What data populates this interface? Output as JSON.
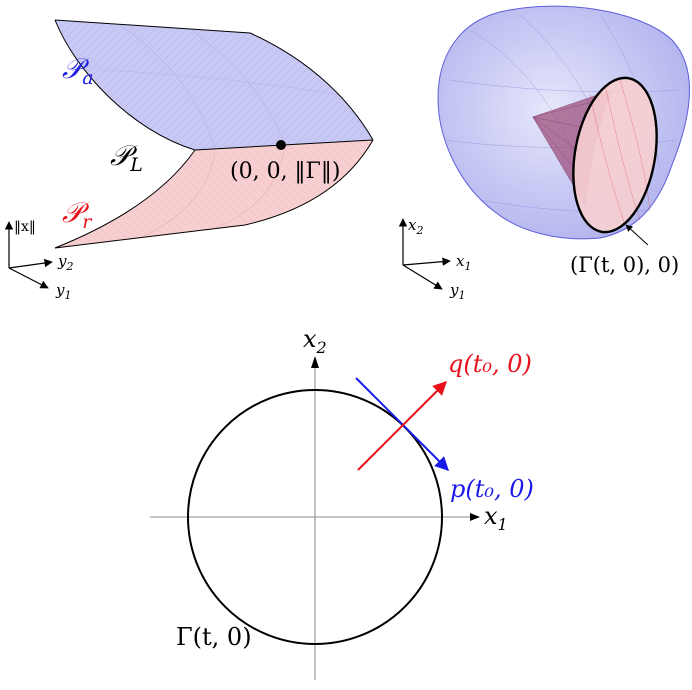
{
  "panel_a": {
    "labels": {
      "P_a": {
        "base": "𝒫",
        "sub": "a"
      },
      "P_L": {
        "base": "𝒫",
        "sub": "L"
      },
      "P_r": {
        "base": "𝒫",
        "sub": "r"
      },
      "point": "(0, 0, ‖Γ‖)"
    },
    "axes": {
      "vertical": "‖x‖",
      "y2": {
        "base": "y",
        "sub": "2"
      },
      "y1": {
        "base": "y",
        "sub": "1"
      }
    }
  },
  "panel_b": {
    "labels": {
      "curve": "(Γ(t, 0), 0)"
    },
    "axes": {
      "x2": {
        "base": "x",
        "sub": "2"
      },
      "x1": {
        "base": "x",
        "sub": "1"
      },
      "y1": {
        "base": "y",
        "sub": "1"
      }
    }
  },
  "panel_c": {
    "axes": {
      "x2": {
        "base": "x",
        "sub": "2"
      },
      "x1": {
        "base": "x",
        "sub": "1"
      }
    },
    "labels": {
      "q": "q(t₀, 0)",
      "p": "p(t₀, 0)",
      "gamma": "Γ(t, 0)"
    }
  },
  "colors": {
    "blue_fill": "#c8c8f5",
    "blue_edge": "#3a3ae0",
    "red_fill": "#f7cfd0",
    "red_line": "#e8101a",
    "blue_line": "#1a1ae8",
    "black": "#000000",
    "axis_gray": "#888888"
  }
}
